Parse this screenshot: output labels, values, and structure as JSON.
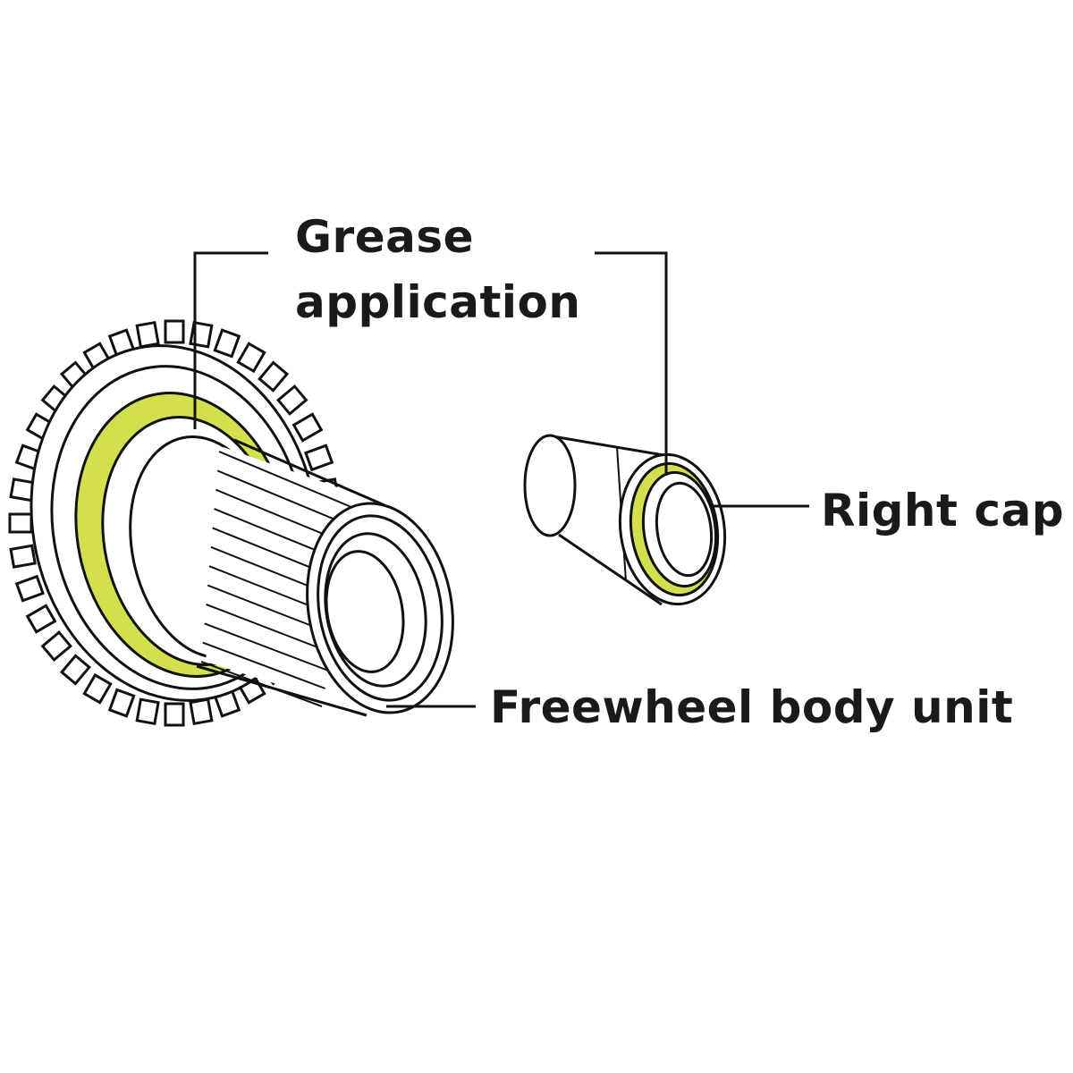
{
  "labels": {
    "grease_line1": "Grease",
    "grease_line2": "application",
    "right_cap": "Right cap",
    "freewheel": "Freewheel body unit"
  },
  "colors": {
    "grease": "#d3df4c",
    "line": "#111111"
  }
}
